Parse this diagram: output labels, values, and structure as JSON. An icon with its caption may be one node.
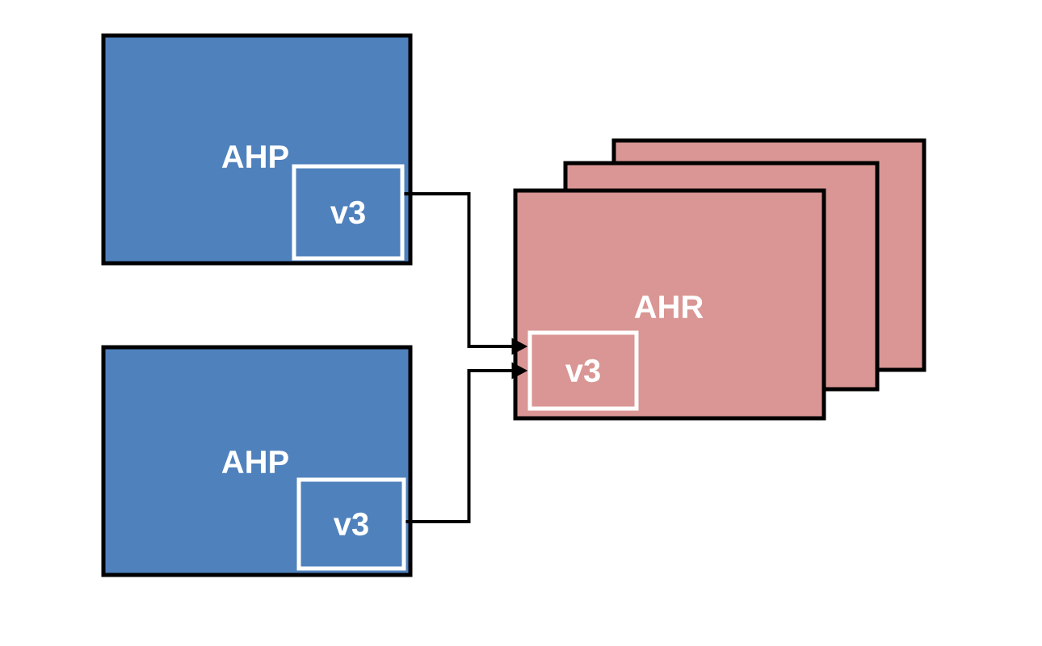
{
  "diagram": {
    "nodes": [
      {
        "text": [
          "AHP"
        ]
      },
      {
        "text": [
          "v3"
        ],
        "in": 0
      },
      {
        "text": [
          "AHP"
        ]
      },
      {
        "text": [
          "v3"
        ],
        "in": 2
      },
      {
        "text": [],
        "shape": "box"
      },
      {
        "text": [],
        "shape": "box"
      },
      {
        "text": [
          "AHR"
        ]
      },
      {
        "text": [
          "v3"
        ],
        "in": 6
      }
    ],
    "edges": [
      {
        "from": 1,
        "to": 7,
        "arrow": "to"
      },
      {
        "from": 3,
        "to": 7,
        "arrow": "to"
      }
    ]
  }
}
